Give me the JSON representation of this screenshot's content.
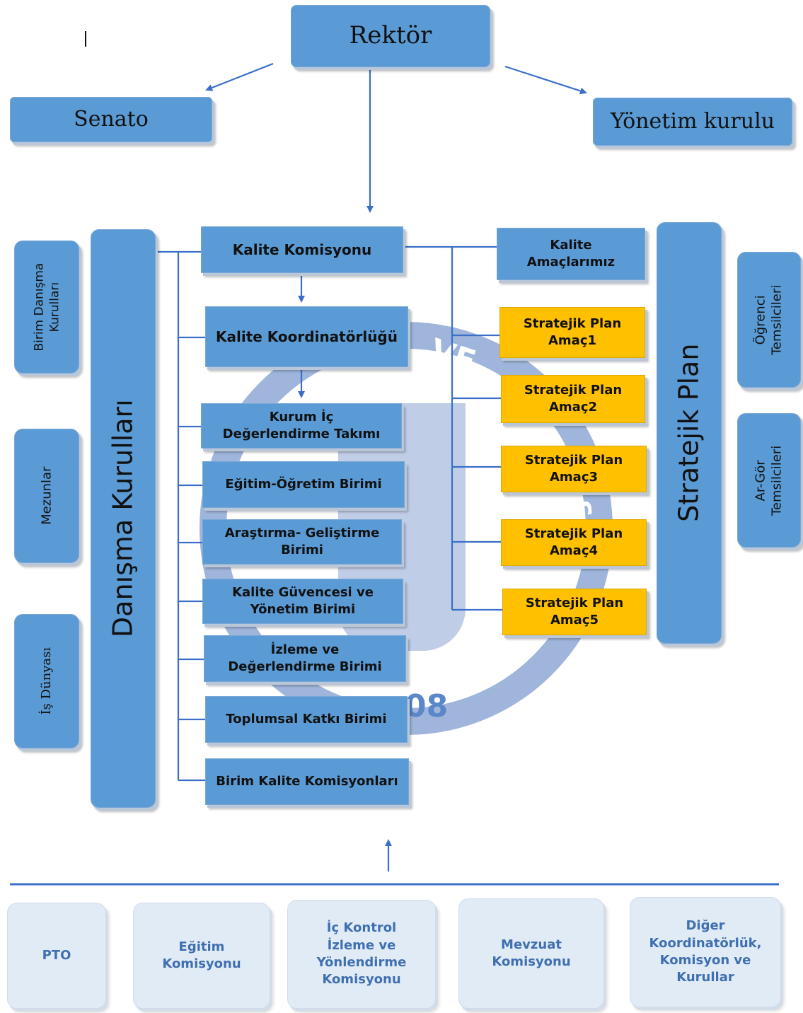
{
  "top": {
    "rektor": "Rektör",
    "senato": "Senato",
    "yonetim": "Yönetim kurulu"
  },
  "left_column": {
    "birim_danisma": "Birim Danışma\nKurulları",
    "mezunlar": "Mezunlar",
    "is_dunyasi": "İş Dünyası"
  },
  "danisma_kurullari": "Danışma Kurulları",
  "center": {
    "kalite_komisyonu": "Kalite Komisyonu",
    "kalite_koordinatorlugu": "Kalite Koordinatörlüğü",
    "units": [
      "Kurum İç Değerlendirme Takımı",
      "Eğitim-Öğretim Birimi",
      "Araştırma- Geliştirme Birimi",
      "Kalite Güvencesi ve Yönetim Birimi",
      "İzleme ve Değerlendirme Birimi",
      "Toplumsal Katkı Birimi",
      "Birim Kalite Komisyonları"
    ]
  },
  "right": {
    "kalite_amaclarimiz": "Kalite Amaçlarımız",
    "goals": [
      "Stratejik Plan Amaç1",
      "Stratejik Plan Amaç2",
      "Stratejik Plan Amaç3",
      "Stratejik Plan Amaç4",
      "Stratejik Plan Amaç5"
    ],
    "stratejik_plan": "Stratejik Plan",
    "ogrenci": "Öğrenci\nTemsilcileri",
    "ar_gor": "Ar-Gör\nTemsilcileri"
  },
  "bottom": {
    "items": [
      "PTO",
      "Eğitim Komisyonu",
      "İç Kontrol İzleme ve Yönlendirme Komisyonu",
      "Mevzuat Komisyonu",
      "Diğer Koordinatörlük, Komisyon ve Kurullar"
    ]
  },
  "watermark": {
    "letters_top": "VE",
    "letter_s": "S",
    "year": "08"
  },
  "colors": {
    "box_blue": "#5b9bd5",
    "goal_gold": "#ffc000",
    "line_blue": "#3a6fc9",
    "pale_box": "#e1ebf6",
    "pale_text": "#3f6fb0"
  }
}
